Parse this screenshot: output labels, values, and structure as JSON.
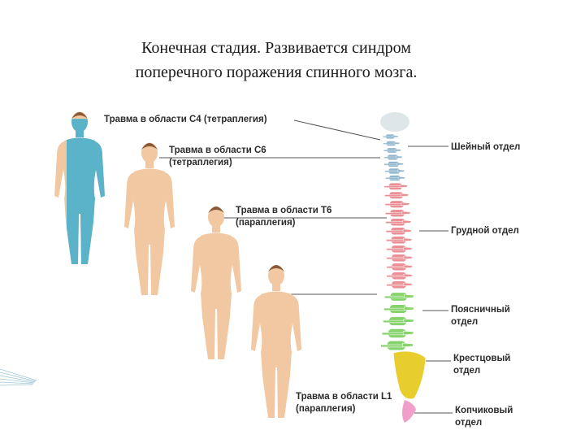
{
  "caption": {
    "line1": "Конечная стадия. Развивается синдром",
    "line2": "поперечного поражения спинного мозга."
  },
  "injuries": [
    {
      "line1": "Травма в области C4 (тетраплегия)",
      "line2": ""
    },
    {
      "line1": "Травма в области C6",
      "line2": "(тетраплегия)"
    },
    {
      "line1": "Травма в области T6",
      "line2": "(параплегия)"
    },
    {
      "line1": "Травма в области L1",
      "line2": "(параплегия)"
    }
  ],
  "regions": [
    {
      "line1": "Шейный отдел",
      "line2": "",
      "color": "#8fb6cc"
    },
    {
      "line1": "Грудной отдел",
      "line2": "",
      "color": "#e98f95"
    },
    {
      "line1": "Поясничный",
      "line2": "отдел",
      "color": "#86d36c"
    },
    {
      "line1": "Крестцовый",
      "line2": "отдел",
      "color": "#e8cd2e"
    },
    {
      "line1": "Копчиковый",
      "line2": "отдел",
      "color": "#ef9fc8"
    }
  ],
  "colors": {
    "paralysis": "#5ab3c8",
    "skin": "#f1c8a2",
    "hair": "#8a5a36",
    "line": "#555555"
  }
}
